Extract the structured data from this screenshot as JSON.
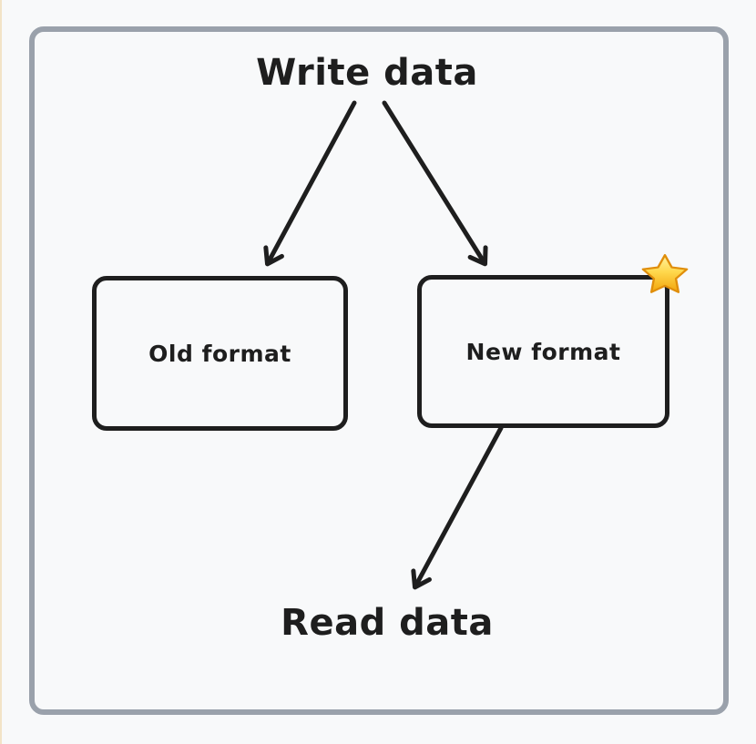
{
  "canvas": {
    "background": "#f8f9fa",
    "frame_border_color": "#9aa1ab",
    "ink_color": "#1e1e1e",
    "left_strip_color": "#f2e3c7"
  },
  "diagram": {
    "write_label": "Write data",
    "read_label": "Read data",
    "nodes": [
      {
        "label": "Old format"
      },
      {
        "label": "New format",
        "badge_icon": "star-icon"
      }
    ],
    "edges": [
      {
        "from": "Write data",
        "to": "Old format"
      },
      {
        "from": "Write data",
        "to": "New format"
      },
      {
        "from": "New format",
        "to": "Read data"
      }
    ],
    "star_colors": {
      "fill_top": "#fff3a0",
      "fill_mid": "#ffd84d",
      "fill_bottom": "#f2a50c",
      "stroke": "#e08e0b"
    }
  }
}
